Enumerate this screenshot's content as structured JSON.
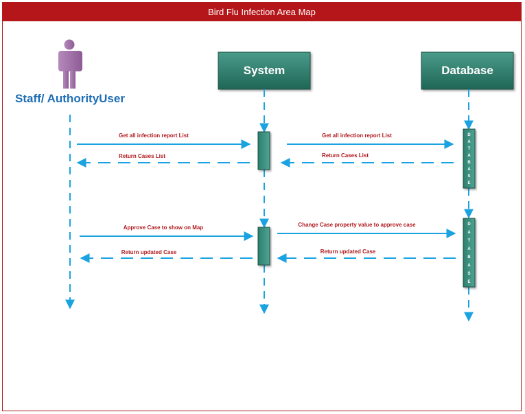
{
  "title": "Bird Flu Infection Area Map",
  "actor": {
    "label": "Staff/ AuthorityUser"
  },
  "system": {
    "label": "System"
  },
  "database": {
    "label": "Database",
    "activation_text": "DATABASE"
  },
  "messages": [
    {
      "id": "m1",
      "label": "Get all infection report List",
      "from": "actor",
      "to": "system",
      "style": "solid"
    },
    {
      "id": "m2",
      "label": "Get all infection report List",
      "from": "system",
      "to": "database",
      "style": "solid"
    },
    {
      "id": "m3",
      "label": "Return Cases List",
      "from": "database",
      "to": "system",
      "style": "dashed"
    },
    {
      "id": "m4",
      "label": "Return Cases List",
      "from": "system",
      "to": "actor",
      "style": "dashed"
    },
    {
      "id": "m5",
      "label": "Approve Case to show on Map",
      "from": "actor",
      "to": "system",
      "style": "solid"
    },
    {
      "id": "m6",
      "label": "Change Case property value to approve case",
      "from": "system",
      "to": "database",
      "style": "solid"
    },
    {
      "id": "m7",
      "label": "Return updated Case",
      "from": "database",
      "to": "system",
      "style": "dashed"
    },
    {
      "id": "m8",
      "label": "Return updated Case",
      "from": "system",
      "to": "actor",
      "style": "dashed"
    }
  ],
  "colors": {
    "title_bar": "#b5161a",
    "arrow": "#1aa3e0",
    "message_text": "#b0191e",
    "head_box": "#2f7d6e",
    "actor": "#a072a8",
    "actor_label": "#1f6fb5"
  }
}
